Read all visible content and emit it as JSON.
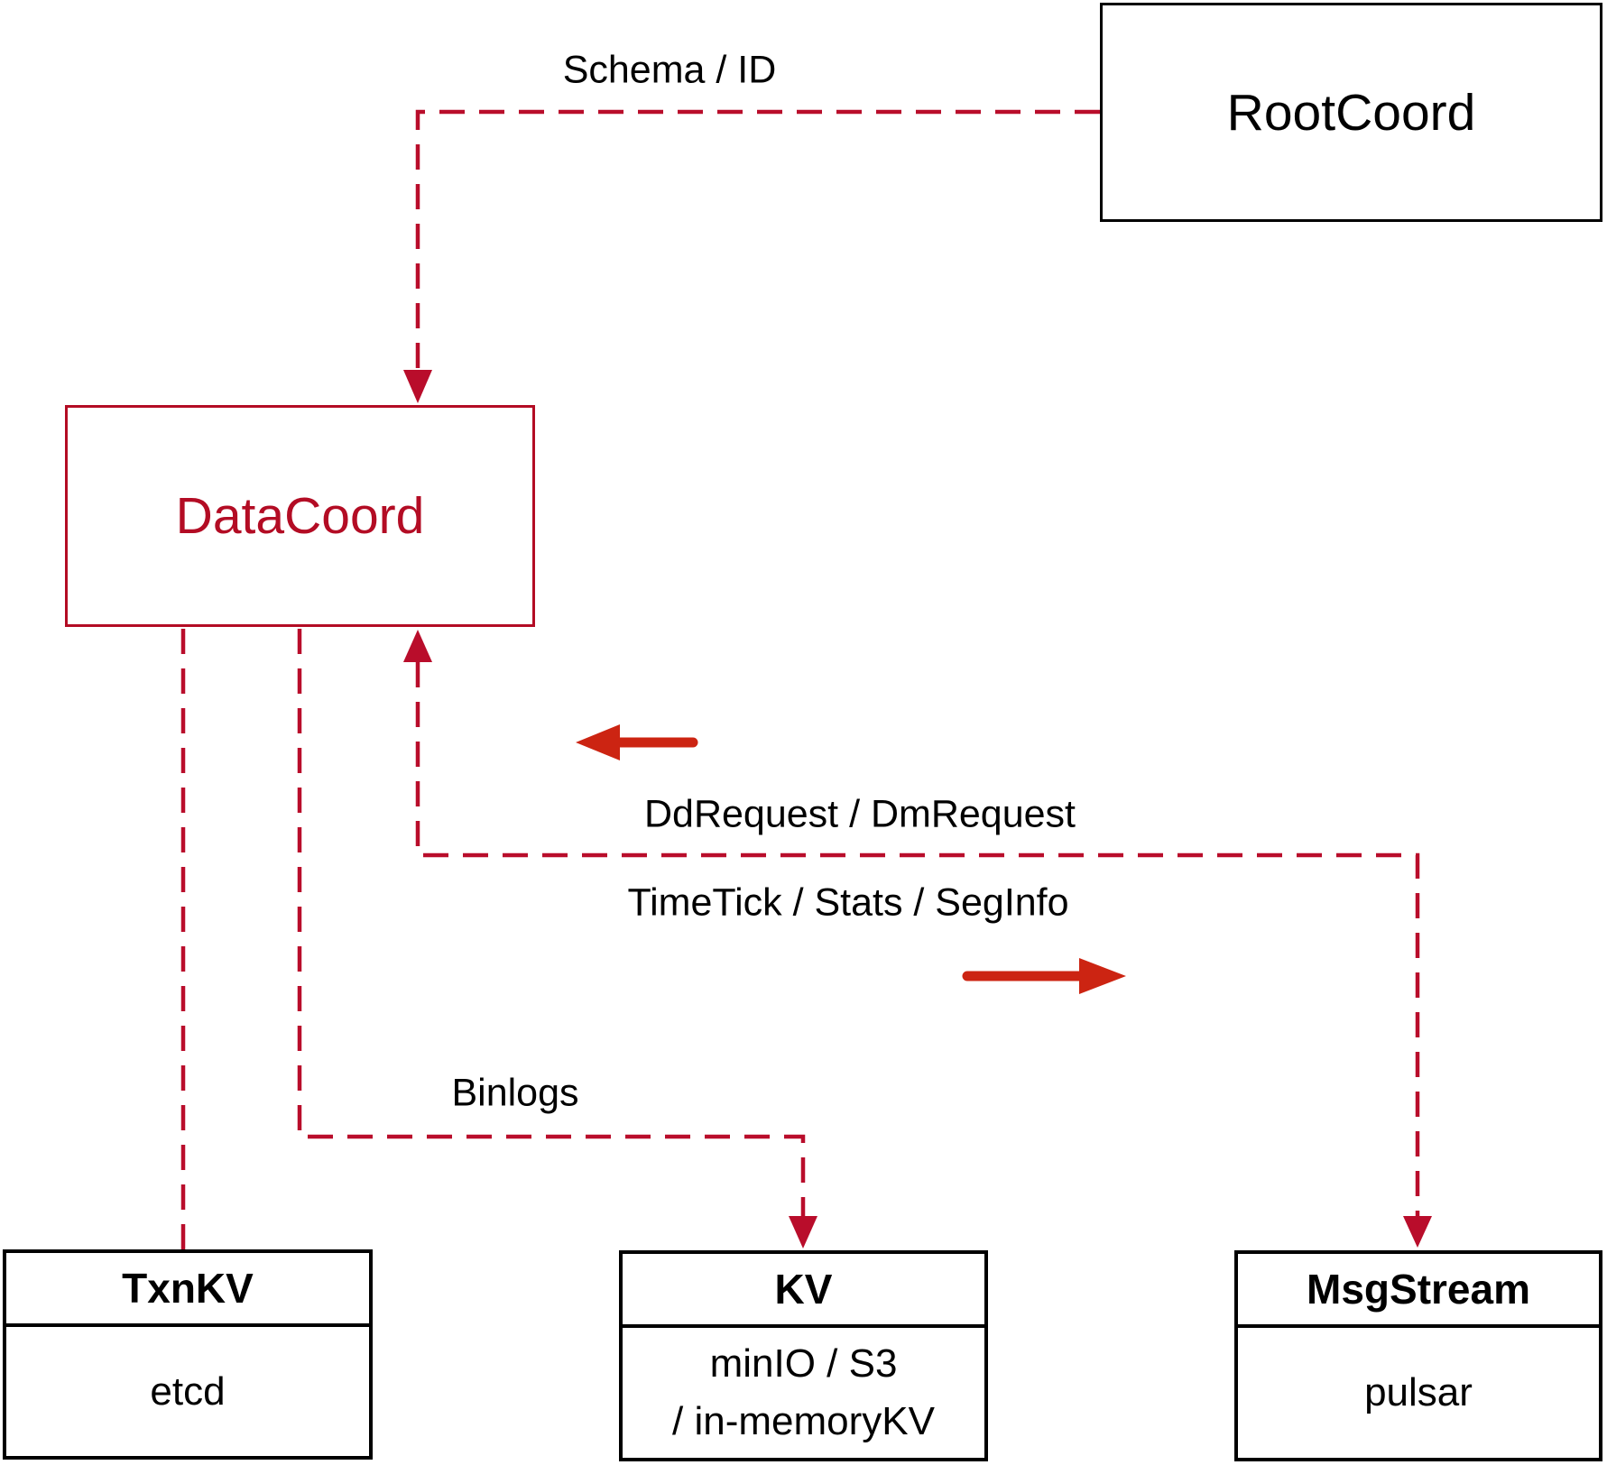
{
  "colors": {
    "crimson": "#b90d2b",
    "datacoord_red": "#b30c24",
    "arrow_red": "#cc2412",
    "ink": "#000000",
    "background": "#ffffff"
  },
  "nodes": {
    "root_coord": {
      "label": "RootCoord"
    },
    "data_coord": {
      "label": "DataCoord"
    },
    "txn_kv": {
      "title": "TxnKV",
      "body": "etcd"
    },
    "kv": {
      "title": "KV",
      "body_lines": [
        "minIO / S3",
        "/ in-memoryKV"
      ]
    },
    "msg_stream": {
      "title": "MsgStream",
      "body": "pulsar"
    }
  },
  "edges": {
    "schema_id_label": "Schema / ID",
    "dd_dm_label": "DdRequest / DmRequest",
    "timetick_label": "TimeTick / Stats / SegInfo",
    "binlogs_label": "Binlogs"
  }
}
